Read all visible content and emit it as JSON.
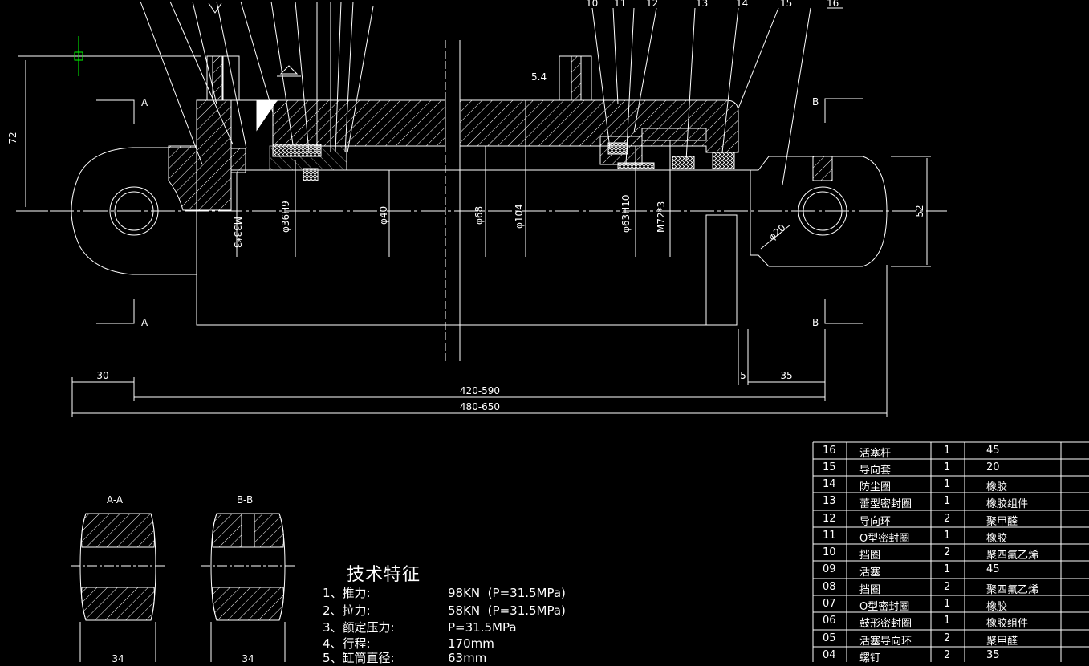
{
  "drawing": {
    "dimensions": {
      "d72": "72",
      "d30": "30",
      "d5": "5",
      "d35": "35",
      "d52": "52",
      "range1": "420-590",
      "range2": "480-650",
      "phi40": "φ40",
      "phi68": "φ68",
      "phi104": "φ104",
      "phi63h": "φ63H10",
      "m72": "M72*3",
      "m33": "M33*3",
      "phi36": "φ36H9",
      "phi20": "φ20",
      "ra": "5.4"
    },
    "section_marks": {
      "a": "A",
      "b": "B"
    },
    "section_titles": {
      "aa": "A-A",
      "bb": "B-B"
    },
    "section_dims": {
      "aa": "34",
      "bb": "34"
    },
    "balloons": [
      "10",
      "11",
      "12",
      "13",
      "14",
      "15",
      "16"
    ]
  },
  "tech": {
    "title": "技术特征",
    "rows": [
      {
        "label": "1、推力:",
        "value": "98KN  (P=31.5MPa)"
      },
      {
        "label": "2、拉力:",
        "value": "58KN  (P=31.5MPa)"
      },
      {
        "label": "3、额定压力:",
        "value": "P=31.5MPa"
      },
      {
        "label": "4、行程:",
        "value": "170mm"
      },
      {
        "label": "5、缸筒直径:",
        "value": "63mm"
      }
    ]
  },
  "bom": [
    {
      "no": "16",
      "name": "活塞杆",
      "qty": "1",
      "mat": "45"
    },
    {
      "no": "15",
      "name": "导向套",
      "qty": "1",
      "mat": "20"
    },
    {
      "no": "14",
      "name": "防尘圈",
      "qty": "1",
      "mat": "橡胶"
    },
    {
      "no": "13",
      "name": "蕾型密封圈",
      "qty": "1",
      "mat": "橡胶组件"
    },
    {
      "no": "12",
      "name": "导向环",
      "qty": "2",
      "mat": "聚甲醛"
    },
    {
      "no": "11",
      "name": "O型密封圈",
      "qty": "1",
      "mat": "橡胶"
    },
    {
      "no": "10",
      "name": "挡圈",
      "qty": "2",
      "mat": "聚四氟乙烯"
    },
    {
      "no": "09",
      "name": "活塞",
      "qty": "1",
      "mat": "45"
    },
    {
      "no": "08",
      "name": "挡圈",
      "qty": "2",
      "mat": "聚四氟乙烯"
    },
    {
      "no": "07",
      "name": "O型密封圈",
      "qty": "1",
      "mat": "橡胶"
    },
    {
      "no": "06",
      "name": "鼓形密封圈",
      "qty": "1",
      "mat": "橡胶组件"
    },
    {
      "no": "05",
      "name": "活塞导向环",
      "qty": "2",
      "mat": "聚甲醛"
    },
    {
      "no": "04",
      "name": "螺钉",
      "qty": "2",
      "mat": "35"
    }
  ],
  "colors": {
    "background": "#000000",
    "lines": "#ffffff",
    "point": "#00ff00"
  }
}
